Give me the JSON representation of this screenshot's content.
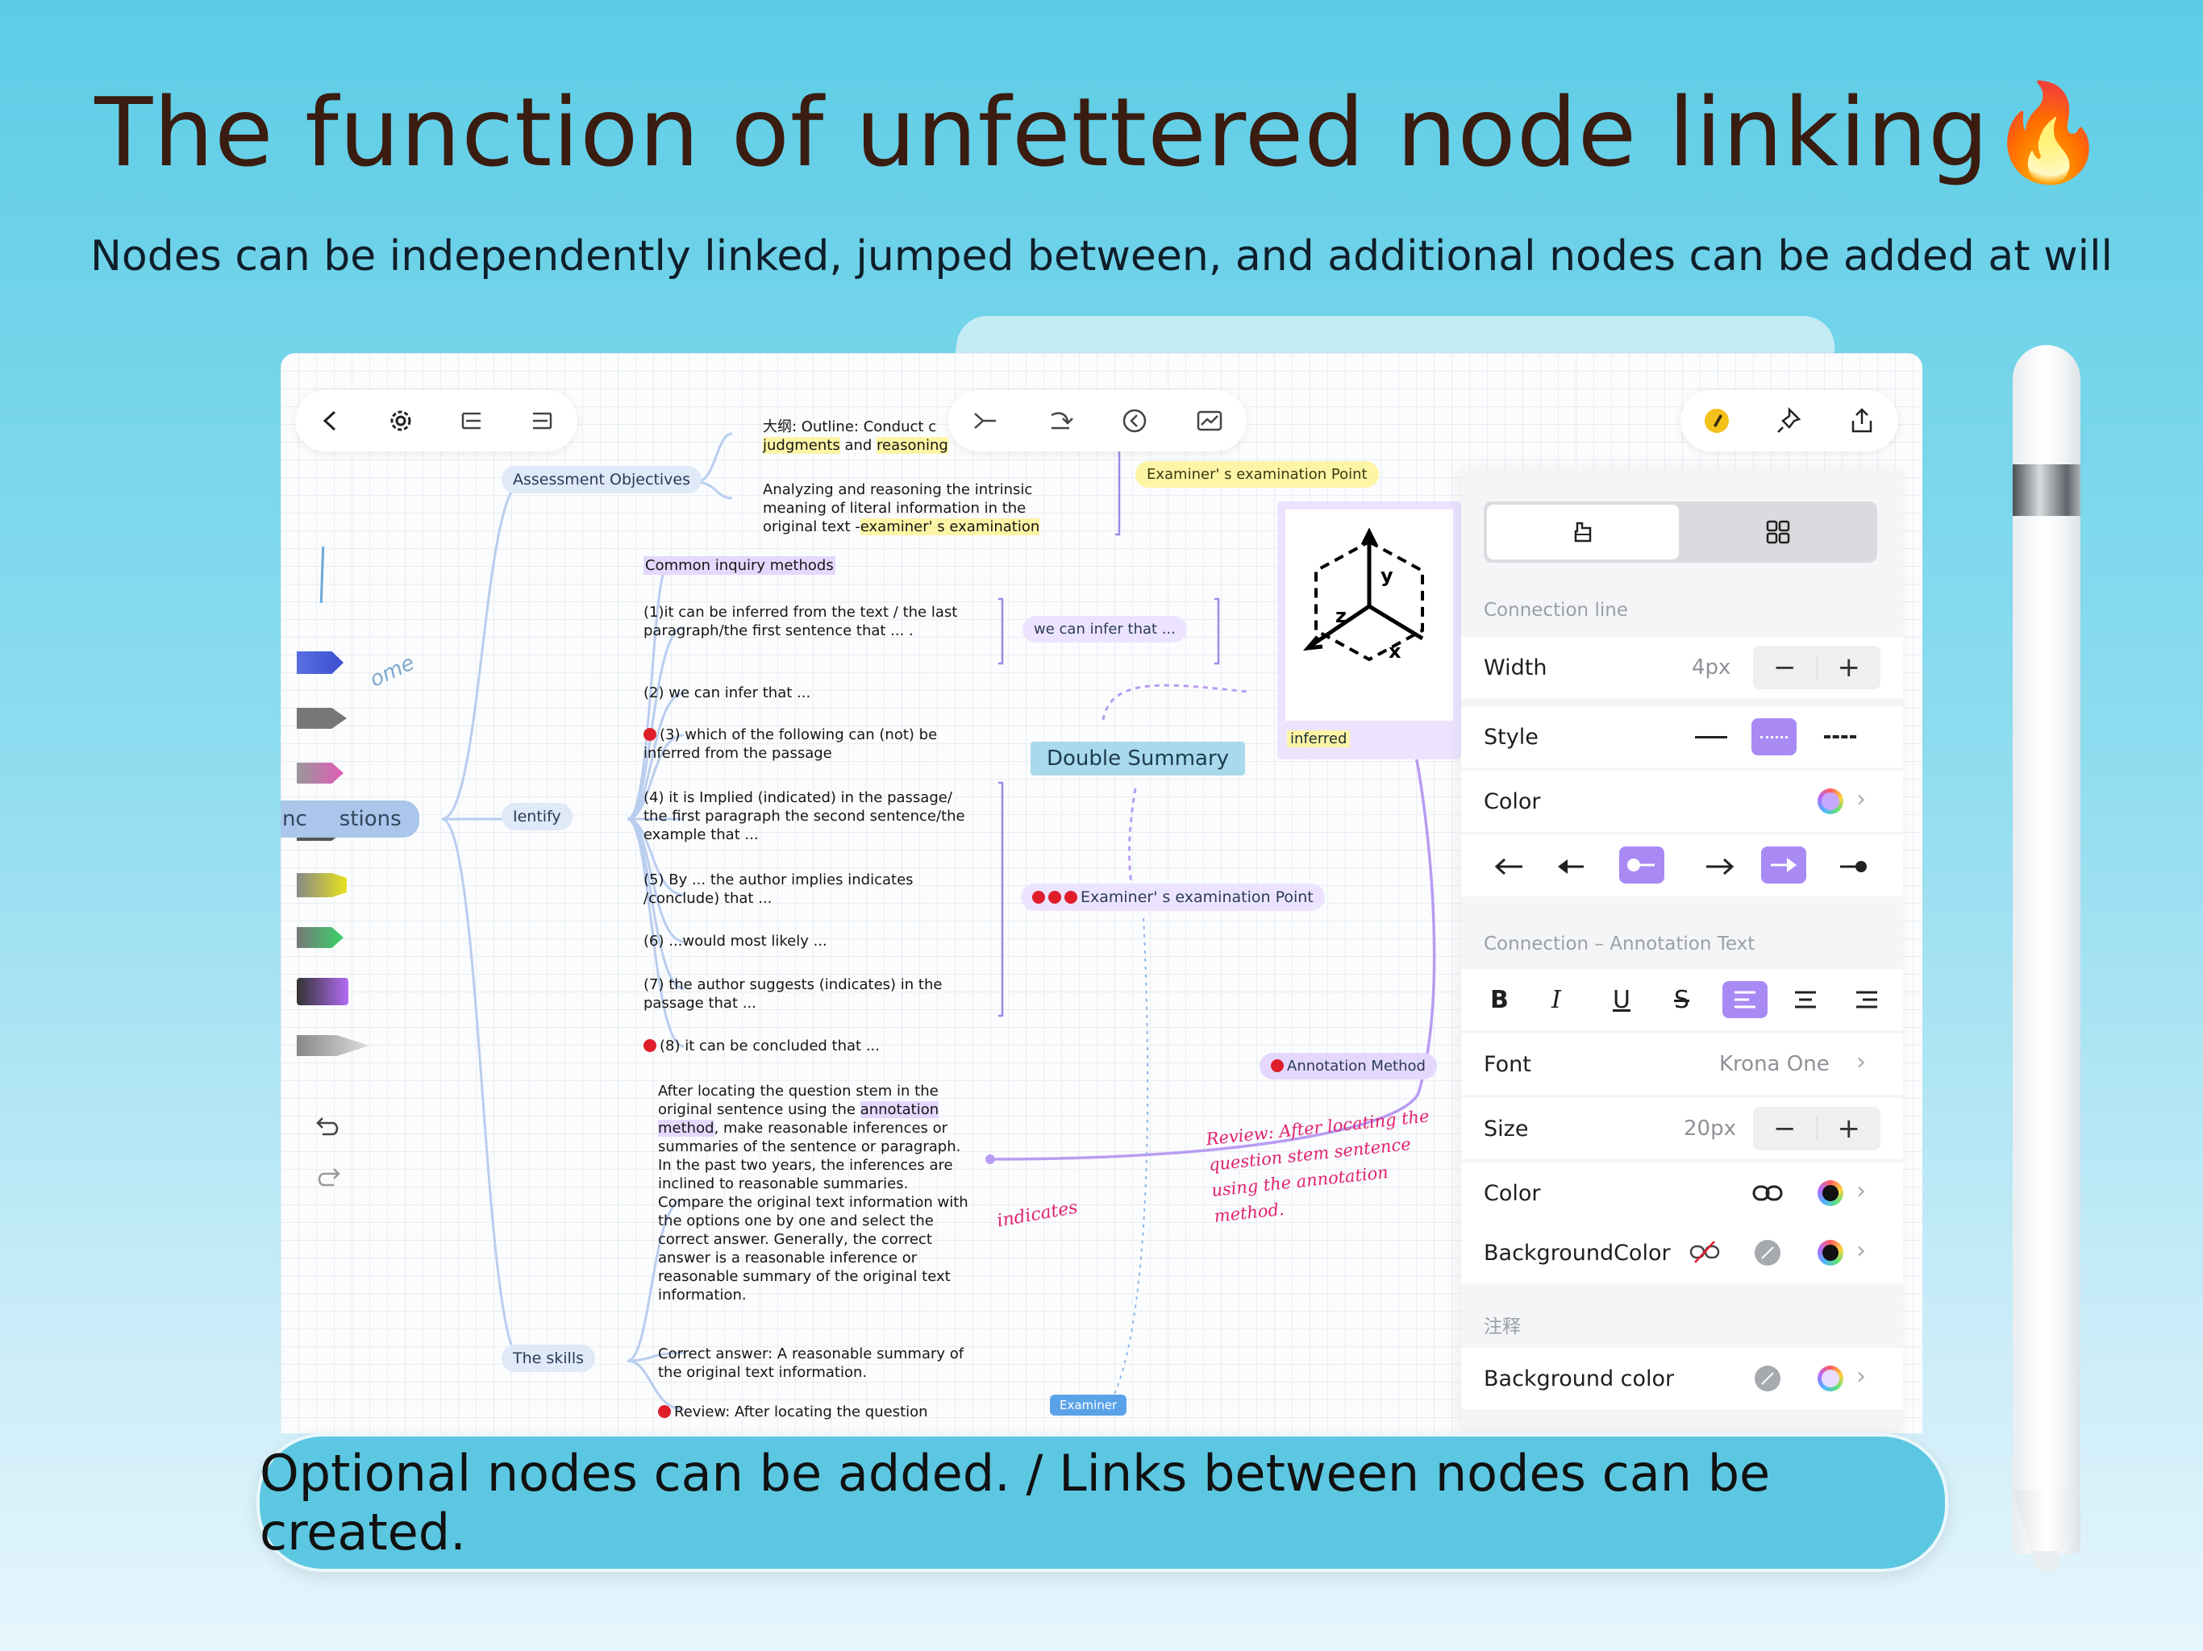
{
  "headline": {
    "title": "The function of unfettered node linking",
    "flame_glyph": "🔥",
    "subtitle": "Nodes can be independently linked, jumped between, and additional nodes can be added at will"
  },
  "banner": {
    "text": "Optional nodes can be added. / Links between nodes can be created."
  },
  "toolbar_left": {
    "icons": [
      "back-icon",
      "settings-icon",
      "undo-layout-icon",
      "redo-layout-icon"
    ]
  },
  "toolbar_center": {
    "icons": [
      "node-link-icon",
      "redo-branch-icon",
      "back-circle-icon",
      "image-chart-icon"
    ]
  },
  "toolbar_right": {
    "icons": [
      "pencil-badge-icon",
      "pin-icon",
      "share-icon"
    ]
  },
  "mindmap": {
    "root_label_a": "nc",
    "root_label_b": "stions",
    "assessment_objectives": "Assessment Objectives",
    "ao_text1_a": "大纲: Outline: Conduct c",
    "ao_text1_hl1": "judgments",
    "ao_text1_mid": " and ",
    "ao_text1_hl2": "reasoning",
    "ao_text2_a": "Analyzing and reasoning the intrinsic meaning of literal information in the original text -",
    "ao_text2_hl": "examiner' s examination",
    "examiner_point_top": "Examiner' s examination Point",
    "identify": "Ientify",
    "common_inquiry": "Common inquiry methods",
    "item1": "(1)it can be inferred from the text / the last paragraph/the first sentence that ... .",
    "we_can_infer": "we can infer that ...",
    "item2": "(2) we can infer that ...",
    "item3": "(3) which of the following can (not) be inferred from the passage",
    "item4": "(4) it is Implied (indicated) in the passage/ the first paragraph the second sentence/the example that ...",
    "item5": "(5) By ... the author implies indicates /conclude) that ...",
    "item6": "(6) ...would most likely ...",
    "item7": "(7) the author suggests (indicates) in the passage that ...",
    "item8": "(8) it can be concluded that ...",
    "double_summary": "Double Summary",
    "examiner_point_mid": "Examiner' s examination Point",
    "inferred": "inferred",
    "axis_y": "y",
    "axis_z": "z",
    "axis_x": "x",
    "annotation_method": "Annotation Method",
    "skills": "The skills",
    "skill_text_a": "After locating the question stem in the original sentence using the ",
    "skill_text_hl": "annotation method",
    "skill_text_b": ", make reasonable inferences or summaries of the sentence or paragraph. In the past two years, the inferences are inclined to reasonable summaries. Compare the original text information with the options one by one and select the correct answer. Generally, the correct answer is a reasonable inference or reasonable summary of the original text information.",
    "correct_answer": "Correct answer: A reasonable summary of the original text information.",
    "review_line": "Review: After locating the question",
    "examiner_small": "Examiner",
    "handwriting_review": "Review: After locating the question stem sentence using the annotation method.",
    "handwriting_indicates": "indicates",
    "handwriting_left": "ome"
  },
  "panel": {
    "tab_icons": [
      "paint-bucket-icon",
      "grid-icon"
    ],
    "section_connection_line": "Connection line",
    "width_label": "Width",
    "width_value": "4px",
    "style_label": "Style",
    "color_label": "Color",
    "section_annotation": "Connection – Annotation Text",
    "font_label": "Font",
    "font_value": "Krona One",
    "size_label": "Size",
    "size_value": "20px",
    "text_color_label": "Color",
    "bg_color_label": "BackgroundColor",
    "section_note": "注释",
    "note_bg_label": "Background color",
    "minus": "−",
    "plus": "+",
    "format_buttons": [
      "B",
      "I",
      "U",
      "S"
    ]
  },
  "colors": {
    "accent_purple": "#a98af5",
    "node_blue": "#dfe9f7",
    "banner": "#5cc7e1",
    "headline": "#3a1c10"
  }
}
